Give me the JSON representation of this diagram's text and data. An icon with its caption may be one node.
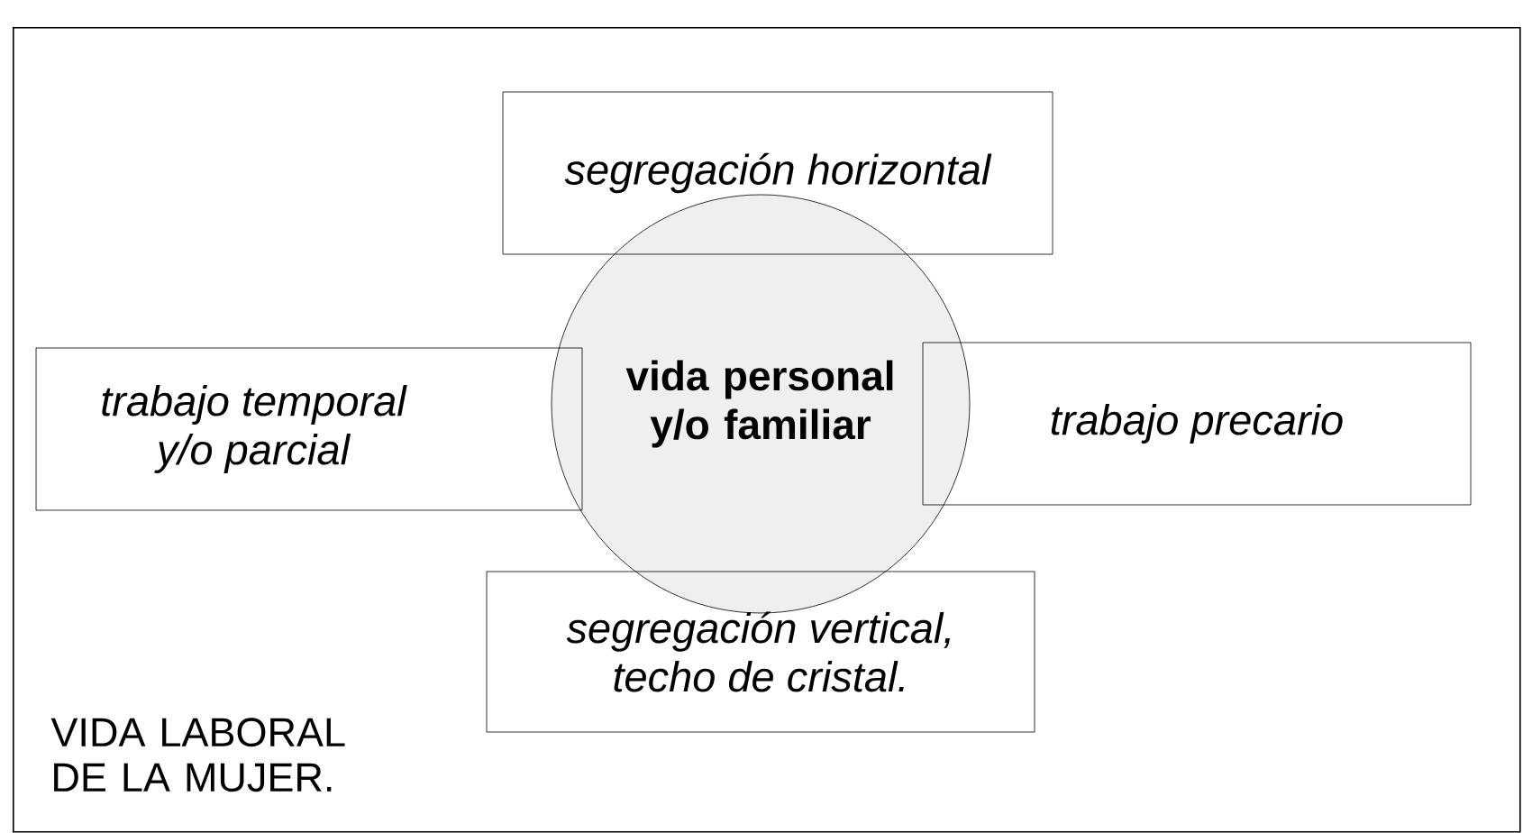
{
  "diagram": {
    "nodes": [
      {
        "text": [
          "VIDA LABORAL DE LA MUJER."
        ]
      },
      {
        "text": [
          "segregación horizontal"
        ],
        "in": 0
      },
      {
        "text": [
          "trabajo temporal y/o parcial"
        ],
        "in": 0
      },
      {
        "text": [
          "vida personal y/o familiar"
        ],
        "in": 0
      },
      {
        "text": [
          "trabajo precario"
        ],
        "in": 0
      },
      {
        "text": [
          "segregación vertical, techo de cristal."
        ],
        "in": 0
      }
    ]
  }
}
